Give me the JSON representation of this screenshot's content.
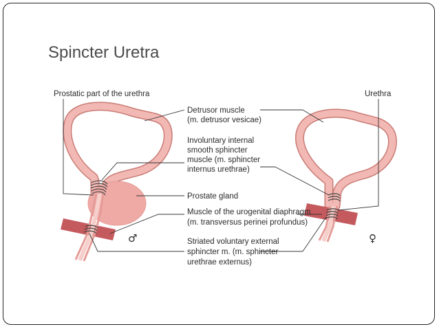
{
  "slide": {
    "title": "Spincter Uretra"
  },
  "diagram": {
    "labels": {
      "prostatic_part": "Prostatic part of the urethra",
      "urethra": "Urethra",
      "detrusor_line1": "Detrusor muscle",
      "detrusor_line2": "(m. detrusor vesicae)",
      "involuntary_line1": "Involuntary internal",
      "involuntary_line2": "smooth sphincter",
      "involuntary_line3": "muscle (m. sphincter",
      "involuntary_line4": "internus urethrae)",
      "prostate": "Prostate gland",
      "urogenital_line1": "Muscle of the urogenital diaphragm",
      "urogenital_line2": "(m. transversus perinei profundus)",
      "striated_line1": "Striated voluntary external",
      "striated_line2": "sphincter m. (m. sphincter",
      "striated_line3": "urethrae externus)",
      "male_symbol": "♂",
      "female_symbol": "♀"
    },
    "colors": {
      "bladder_wall": "#f2b9b4",
      "bladder_outline": "#c97a74",
      "prostate": "#f0aaa6",
      "diaphragm": "#c45a5e",
      "sphincter_wrap": "#555555"
    }
  }
}
